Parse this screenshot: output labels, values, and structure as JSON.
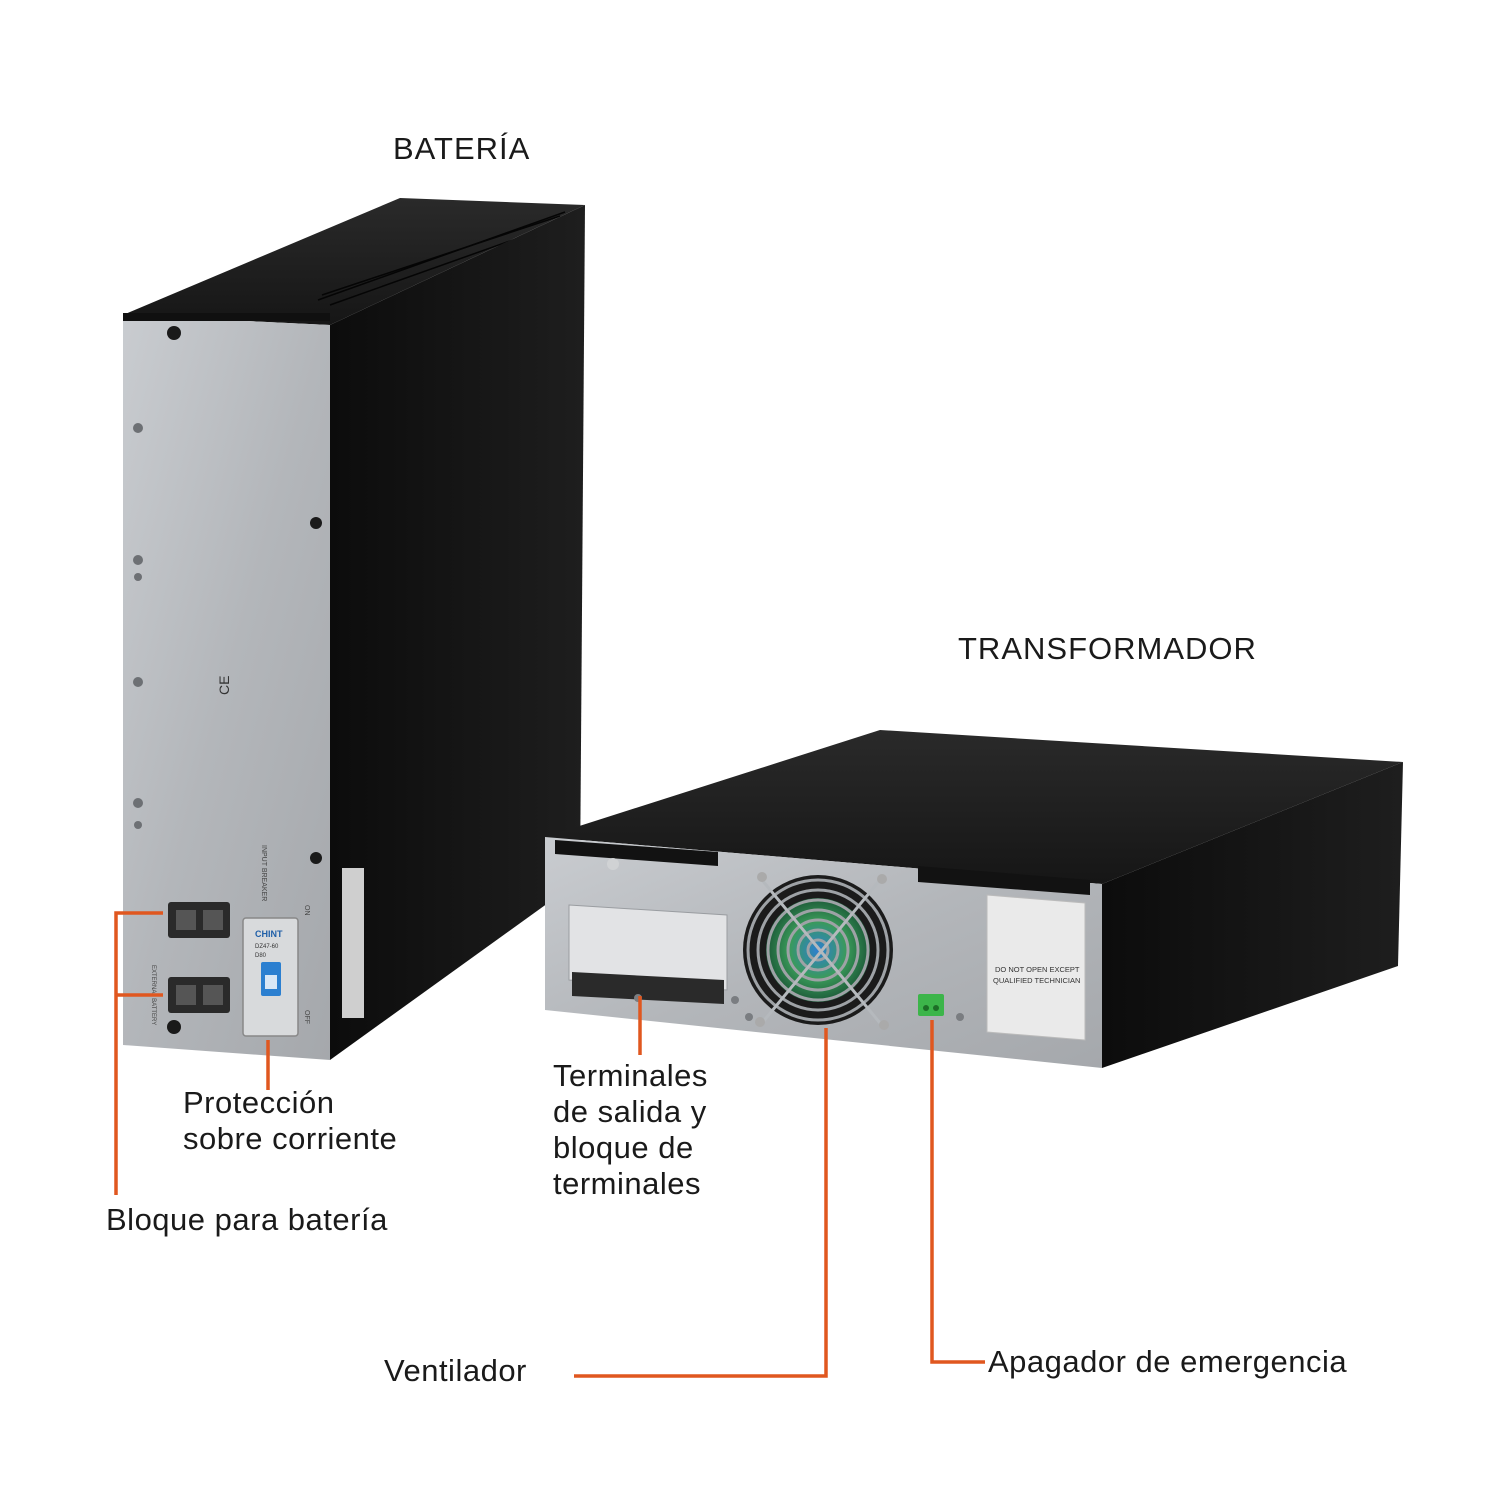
{
  "headings": {
    "battery": "BATERÍA",
    "transformer": "TRANSFORMADOR"
  },
  "callouts": {
    "overcurrent": [
      "Protección",
      "sobre corriente"
    ],
    "battery_block": "Bloque para batería",
    "output_terminals": [
      "Terminales",
      "de salida y",
      "bloque de",
      "terminales"
    ],
    "fan": "Ventilador",
    "emergency_switch": "Apagador de emergencia"
  },
  "device_markings": {
    "battery_ce": "CE",
    "breaker_brand": "CHINT",
    "breaker_model": "DZ47-60",
    "breaker_rating": "D80",
    "input_breaker": "INPUT BREAKER",
    "breaker_on": "ON",
    "breaker_off": "OFF",
    "external_battery": "EXTERNAL BATTERY",
    "warning_line1": "DO NOT OPEN EXCEPT",
    "warning_line2": "QUALIFIED TECHNICIAN"
  },
  "colors": {
    "callout_line": "#e0571f",
    "cabinet_black": "#151515",
    "panel_silver": "#b9bcc0",
    "fan_green": "#3a9a5a",
    "fan_blue": "#2f6fb5",
    "terminal_green": "#3cb54a",
    "breaker_blue": "#2b7fd0"
  }
}
